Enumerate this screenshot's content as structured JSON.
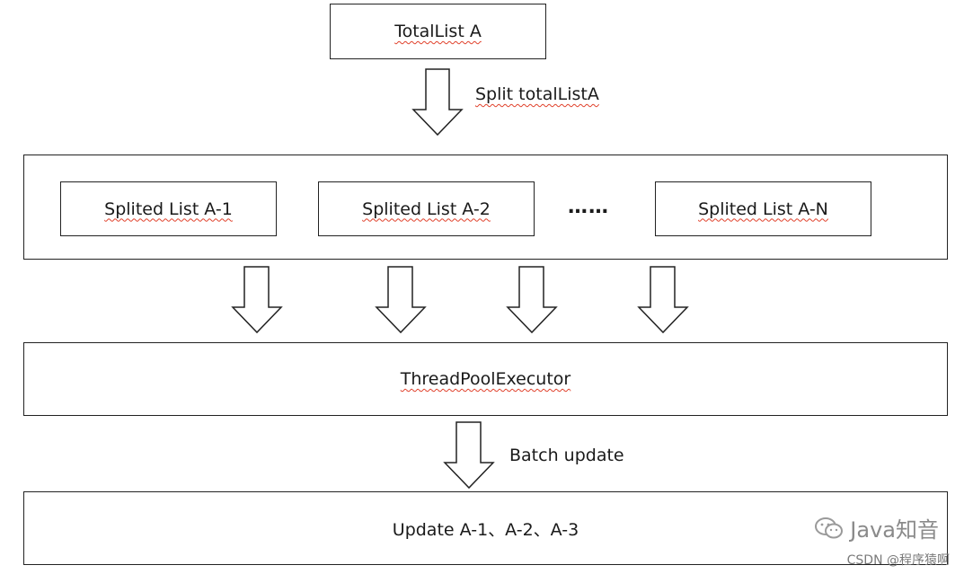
{
  "nodes": {
    "total_list": "TotalList A",
    "split_1": "Splited List A-1",
    "split_2": "Splited List A-2",
    "ellipsis": "……",
    "split_n": "Splited List A-N",
    "executor": "ThreadPoolExecutor",
    "update": "Update A-1、A-2、A-3"
  },
  "edges": {
    "split_label": "Split totalListA",
    "batch_label": "Batch update"
  },
  "watermark": {
    "brand": "Java知音",
    "icon": "wechat-icon",
    "source": "CSDN @程序猿啊"
  }
}
